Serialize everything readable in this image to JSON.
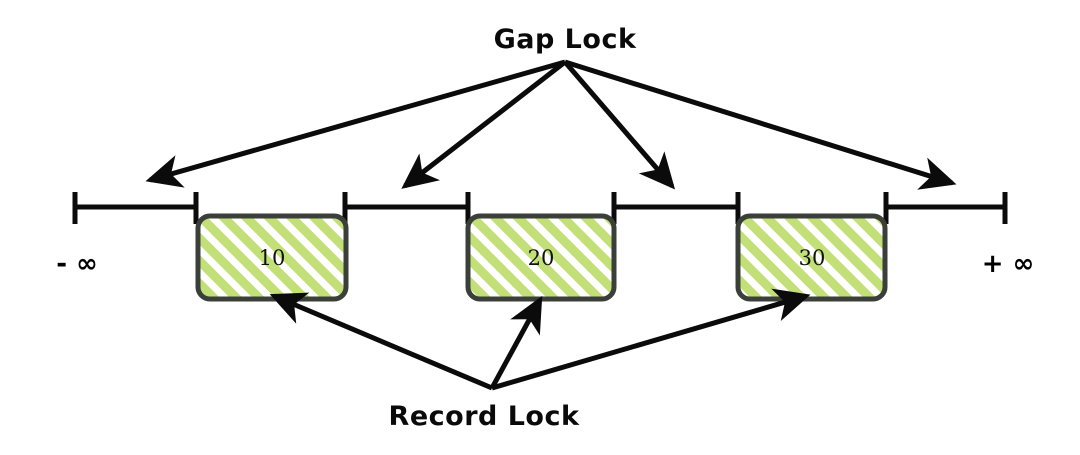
{
  "diagram": {
    "title_top": "Gap Lock",
    "title_bottom": "Record Lock",
    "axis": {
      "left_bound_label": "- ∞",
      "right_bound_label": "+ ∞"
    },
    "records": [
      {
        "name": "record-10",
        "value": "10"
      },
      {
        "name": "record-20",
        "value": "20"
      },
      {
        "name": "record-30",
        "value": "30"
      }
    ],
    "gaps": [
      {
        "name": "gap-neg-inf-to-10"
      },
      {
        "name": "gap-10-to-20"
      },
      {
        "name": "gap-20-to-30"
      },
      {
        "name": "gap-30-to-pos-inf"
      }
    ],
    "colors": {
      "hatch_green": "#c3df78",
      "box_border": "#3a3f3a",
      "line_black": "#0b0b0b",
      "background": "#ffffff"
    }
  }
}
